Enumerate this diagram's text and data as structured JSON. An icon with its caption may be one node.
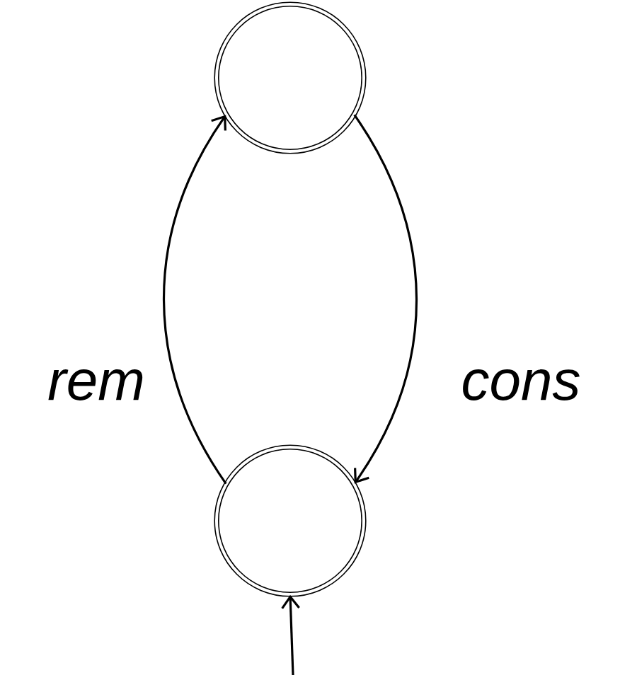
{
  "diagram": {
    "nodes": [
      {
        "text": [],
        "shape": "circle"
      },
      {
        "text": [],
        "shape": "circle"
      }
    ],
    "edges": [
      {
        "from": 1,
        "to": 0,
        "arrow": "to",
        "label": "rem"
      },
      {
        "from": 0,
        "to": 1,
        "arrow": "to",
        "label": "cons"
      },
      {
        "from": null,
        "to": 1,
        "arrow": "to"
      }
    ]
  }
}
